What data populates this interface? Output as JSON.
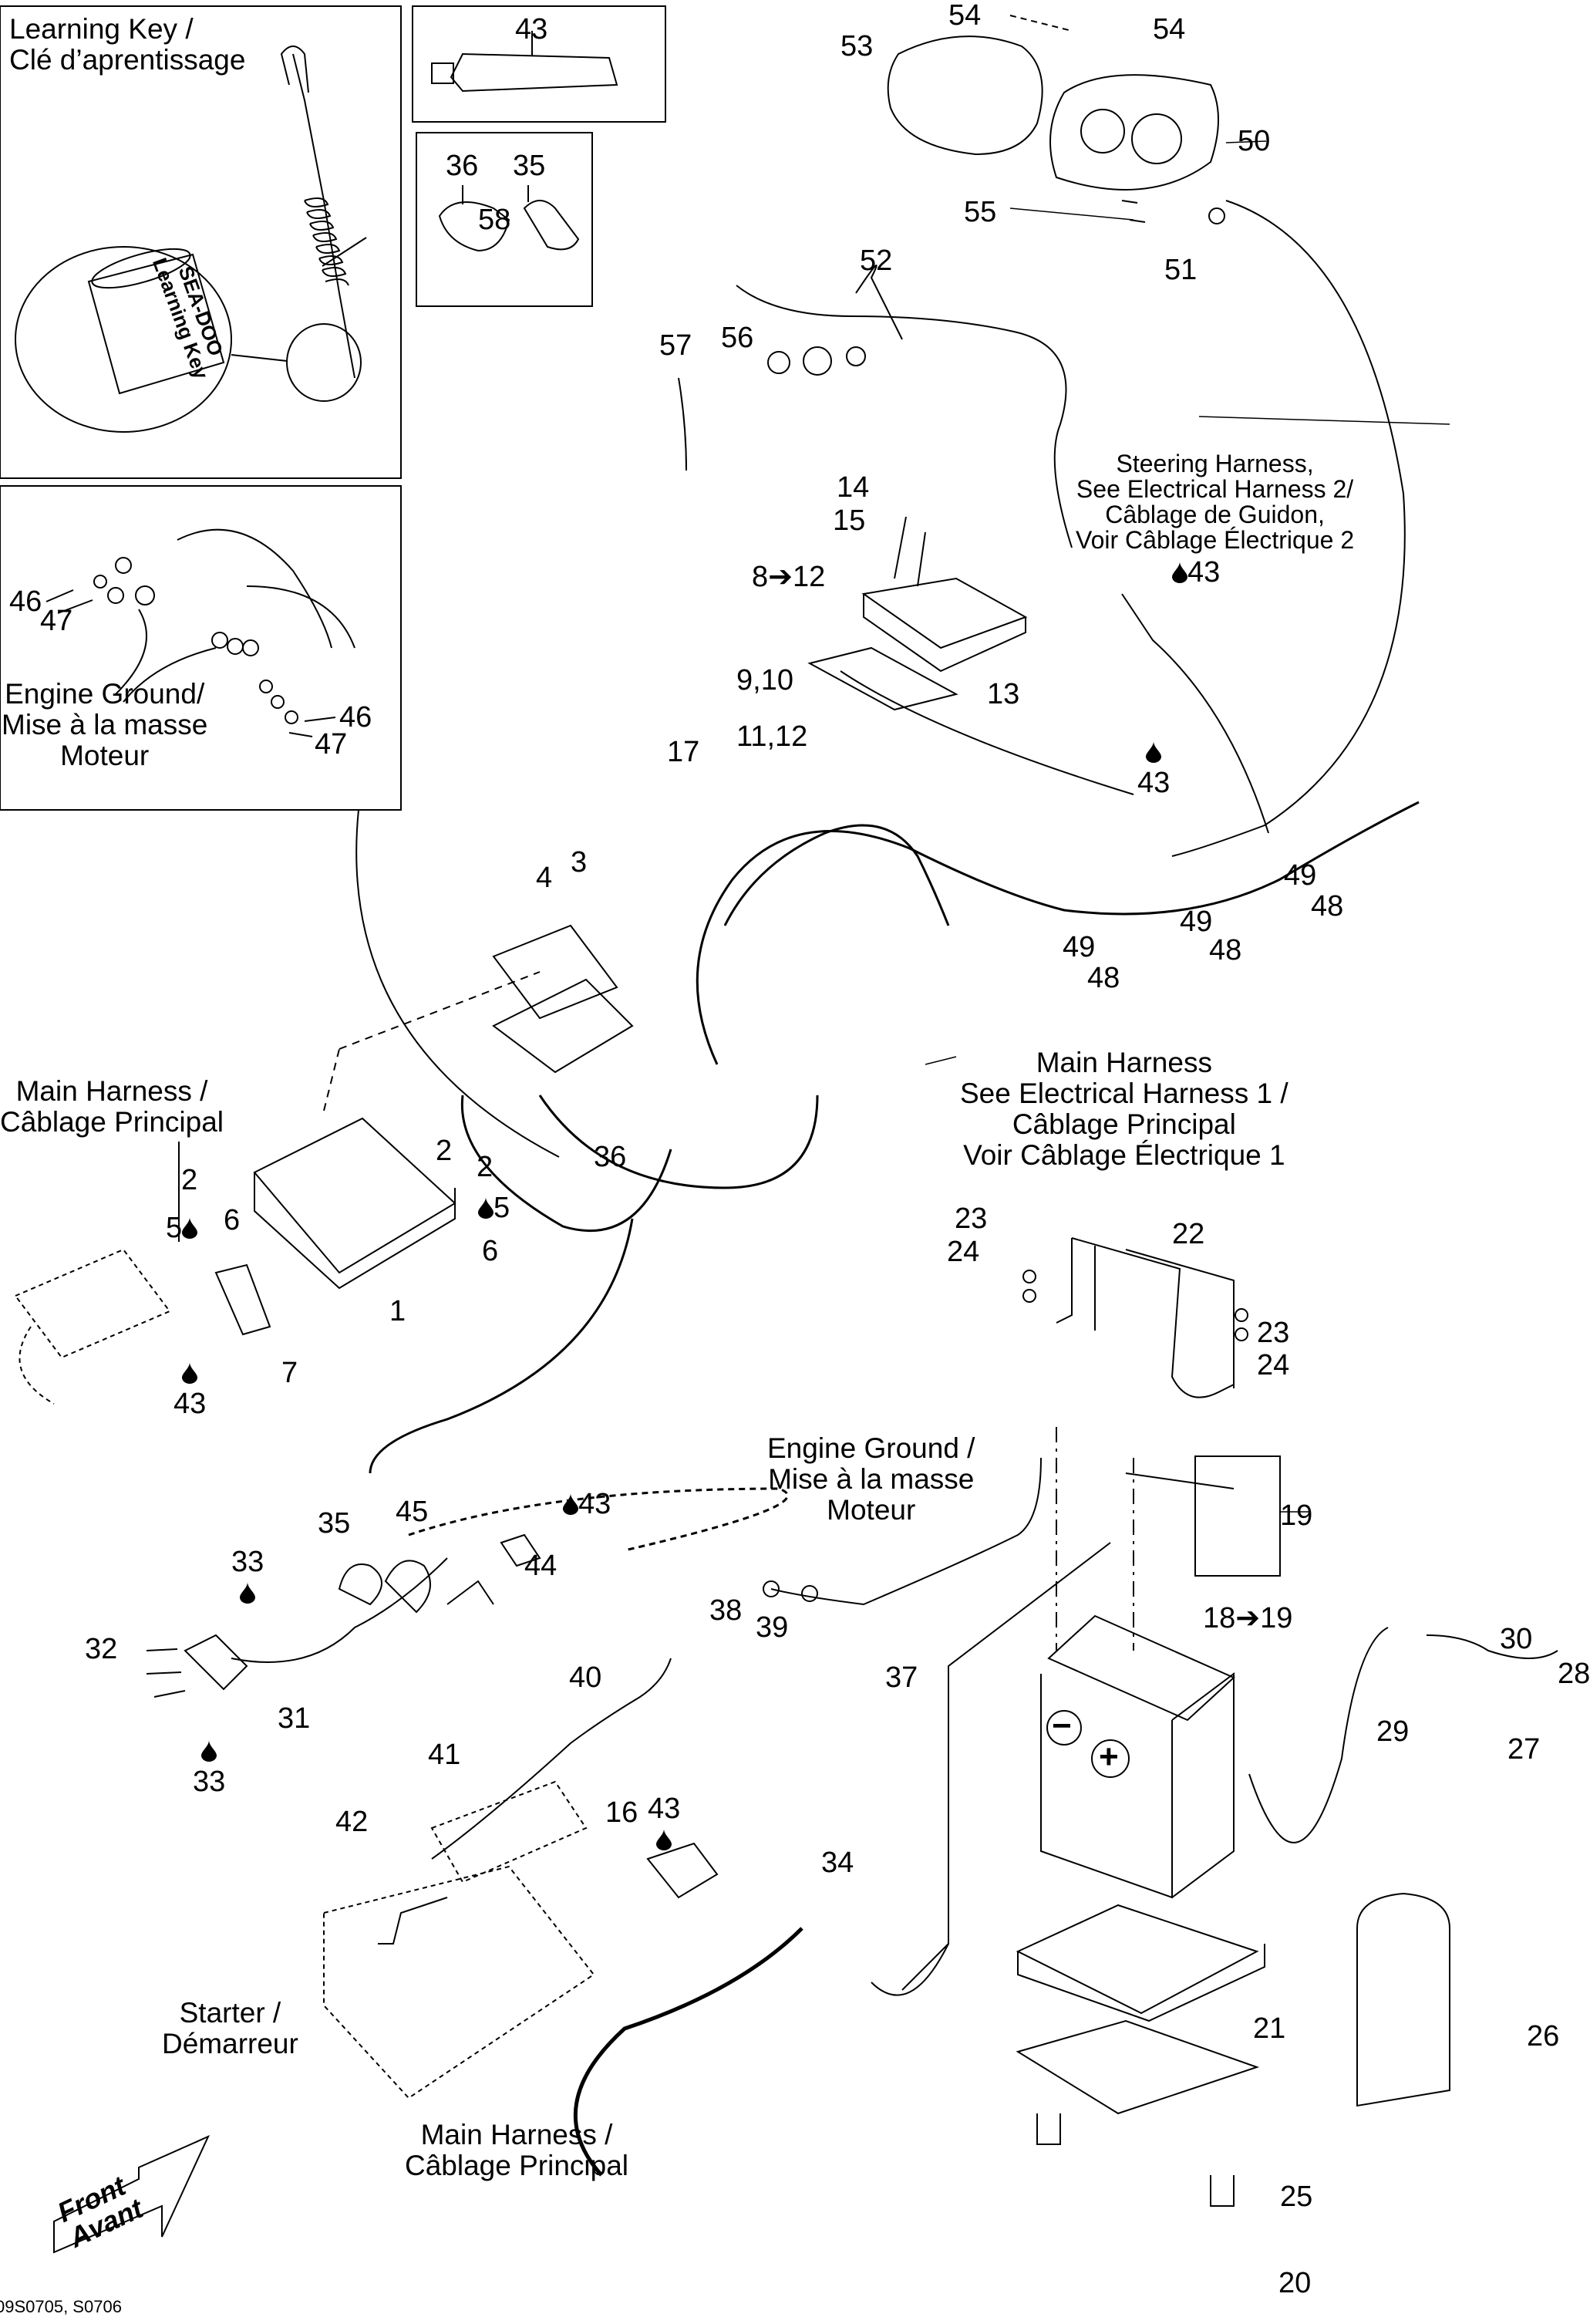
{
  "diagram": {
    "title": "Electrical System Exploded Parts Diagram",
    "reference_code": "09S0705, S0706",
    "front_indicator": [
      "Front",
      "Avant"
    ],
    "insets": {
      "learning_key": {
        "title": [
          "Learning Key /",
          "Clé d’aprentissage"
        ],
        "key_text": [
          "SEA-DOO",
          "Learning Key"
        ]
      },
      "engine_ground_inset": {
        "title": [
          "Engine Ground/",
          "Mise à la masse",
          "Moteur"
        ]
      }
    },
    "annotations": {
      "steering_harness": [
        "Steering Harness,",
        "See Electrical Harness 2/",
        "Câblage de Guidon,",
        "Voir Câblage Électrique 2"
      ],
      "main_harness_center": [
        "Main Harness",
        "See Electrical Harness 1 /",
        "Câblage Principal",
        "Voir Câblage Électrique 1"
      ],
      "main_harness_left": [
        "Main Harness /",
        "Câblage Principal"
      ],
      "main_harness_bottom": [
        "Main Harness /",
        "Câblage Principal"
      ],
      "engine_ground_center": [
        "Engine Ground /",
        "Mise à la masse",
        "Moteur"
      ],
      "starter": [
        "Starter /",
        "Démarreur"
      ]
    },
    "battery_symbols": {
      "negative": "−",
      "positive": "+"
    },
    "callouts": [
      {
        "id": "c58",
        "text": "58"
      },
      {
        "id": "c43a",
        "text": "43"
      },
      {
        "id": "c36a",
        "text": "36"
      },
      {
        "id": "c35a",
        "text": "35"
      },
      {
        "id": "c46a",
        "text": "46"
      },
      {
        "id": "c47a",
        "text": "47"
      },
      {
        "id": "c46b",
        "text": "46"
      },
      {
        "id": "c47b",
        "text": "47"
      },
      {
        "id": "c54a",
        "text": "54"
      },
      {
        "id": "c54b",
        "text": "54"
      },
      {
        "id": "c53",
        "text": "53"
      },
      {
        "id": "c50",
        "text": "50"
      },
      {
        "id": "c55",
        "text": "55"
      },
      {
        "id": "c51",
        "text": "51"
      },
      {
        "id": "c52",
        "text": "52"
      },
      {
        "id": "c57",
        "text": "57"
      },
      {
        "id": "c56",
        "text": "56"
      },
      {
        "id": "c14",
        "text": "14"
      },
      {
        "id": "c15",
        "text": "15"
      },
      {
        "id": "c8_12",
        "text": "8➔12"
      },
      {
        "id": "c9_10",
        "text": "9,10"
      },
      {
        "id": "c11_12",
        "text": "11,12"
      },
      {
        "id": "c13",
        "text": "13"
      },
      {
        "id": "c43b",
        "text": "43",
        "drop": "before"
      },
      {
        "id": "c43c",
        "text": "43",
        "drop": "above"
      },
      {
        "id": "c17",
        "text": "17"
      },
      {
        "id": "c3",
        "text": "3"
      },
      {
        "id": "c4",
        "text": "4"
      },
      {
        "id": "c49a",
        "text": "49"
      },
      {
        "id": "c48a",
        "text": "48"
      },
      {
        "id": "c49b",
        "text": "49"
      },
      {
        "id": "c48b",
        "text": "48"
      },
      {
        "id": "c49c",
        "text": "49"
      },
      {
        "id": "c48c",
        "text": "48"
      },
      {
        "id": "c36b",
        "text": "36"
      },
      {
        "id": "c2a",
        "text": "2"
      },
      {
        "id": "c5a",
        "text": "5",
        "drop": "after"
      },
      {
        "id": "c6a",
        "text": "6"
      },
      {
        "id": "c2b",
        "text": "2"
      },
      {
        "id": "c2c",
        "text": "2"
      },
      {
        "id": "c5b",
        "text": "5",
        "drop": "before"
      },
      {
        "id": "c6b",
        "text": "6"
      },
      {
        "id": "c1",
        "text": "1"
      },
      {
        "id": "c7",
        "text": "7"
      },
      {
        "id": "c43d",
        "text": "43",
        "drop": "above"
      },
      {
        "id": "c23a",
        "text": "23"
      },
      {
        "id": "c24a",
        "text": "24"
      },
      {
        "id": "c22",
        "text": "22"
      },
      {
        "id": "c23b",
        "text": "23"
      },
      {
        "id": "c24b",
        "text": "24"
      },
      {
        "id": "c19",
        "text": "19"
      },
      {
        "id": "c18_19",
        "text": "18➔19"
      },
      {
        "id": "c38",
        "text": "38"
      },
      {
        "id": "c39",
        "text": "39"
      },
      {
        "id": "c37",
        "text": "37"
      },
      {
        "id": "c30",
        "text": "30"
      },
      {
        "id": "c28",
        "text": "28"
      },
      {
        "id": "c29",
        "text": "29"
      },
      {
        "id": "c27",
        "text": "27"
      },
      {
        "id": "c35b",
        "text": "35"
      },
      {
        "id": "c45",
        "text": "45"
      },
      {
        "id": "c43e",
        "text": "43",
        "drop": "before"
      },
      {
        "id": "c44",
        "text": "44"
      },
      {
        "id": "c33a",
        "text": "33",
        "drop": "below"
      },
      {
        "id": "c32",
        "text": "32"
      },
      {
        "id": "c31",
        "text": "31"
      },
      {
        "id": "c33b",
        "text": "33",
        "drop": "above"
      },
      {
        "id": "c40",
        "text": "40"
      },
      {
        "id": "c41",
        "text": "41"
      },
      {
        "id": "c42",
        "text": "42"
      },
      {
        "id": "c16",
        "text": "16"
      },
      {
        "id": "c43f",
        "text": "43",
        "drop": "below"
      },
      {
        "id": "c34",
        "text": "34"
      },
      {
        "id": "c21",
        "text": "21"
      },
      {
        "id": "c26",
        "text": "26"
      },
      {
        "id": "c25",
        "text": "25"
      },
      {
        "id": "c20",
        "text": "20"
      }
    ]
  }
}
